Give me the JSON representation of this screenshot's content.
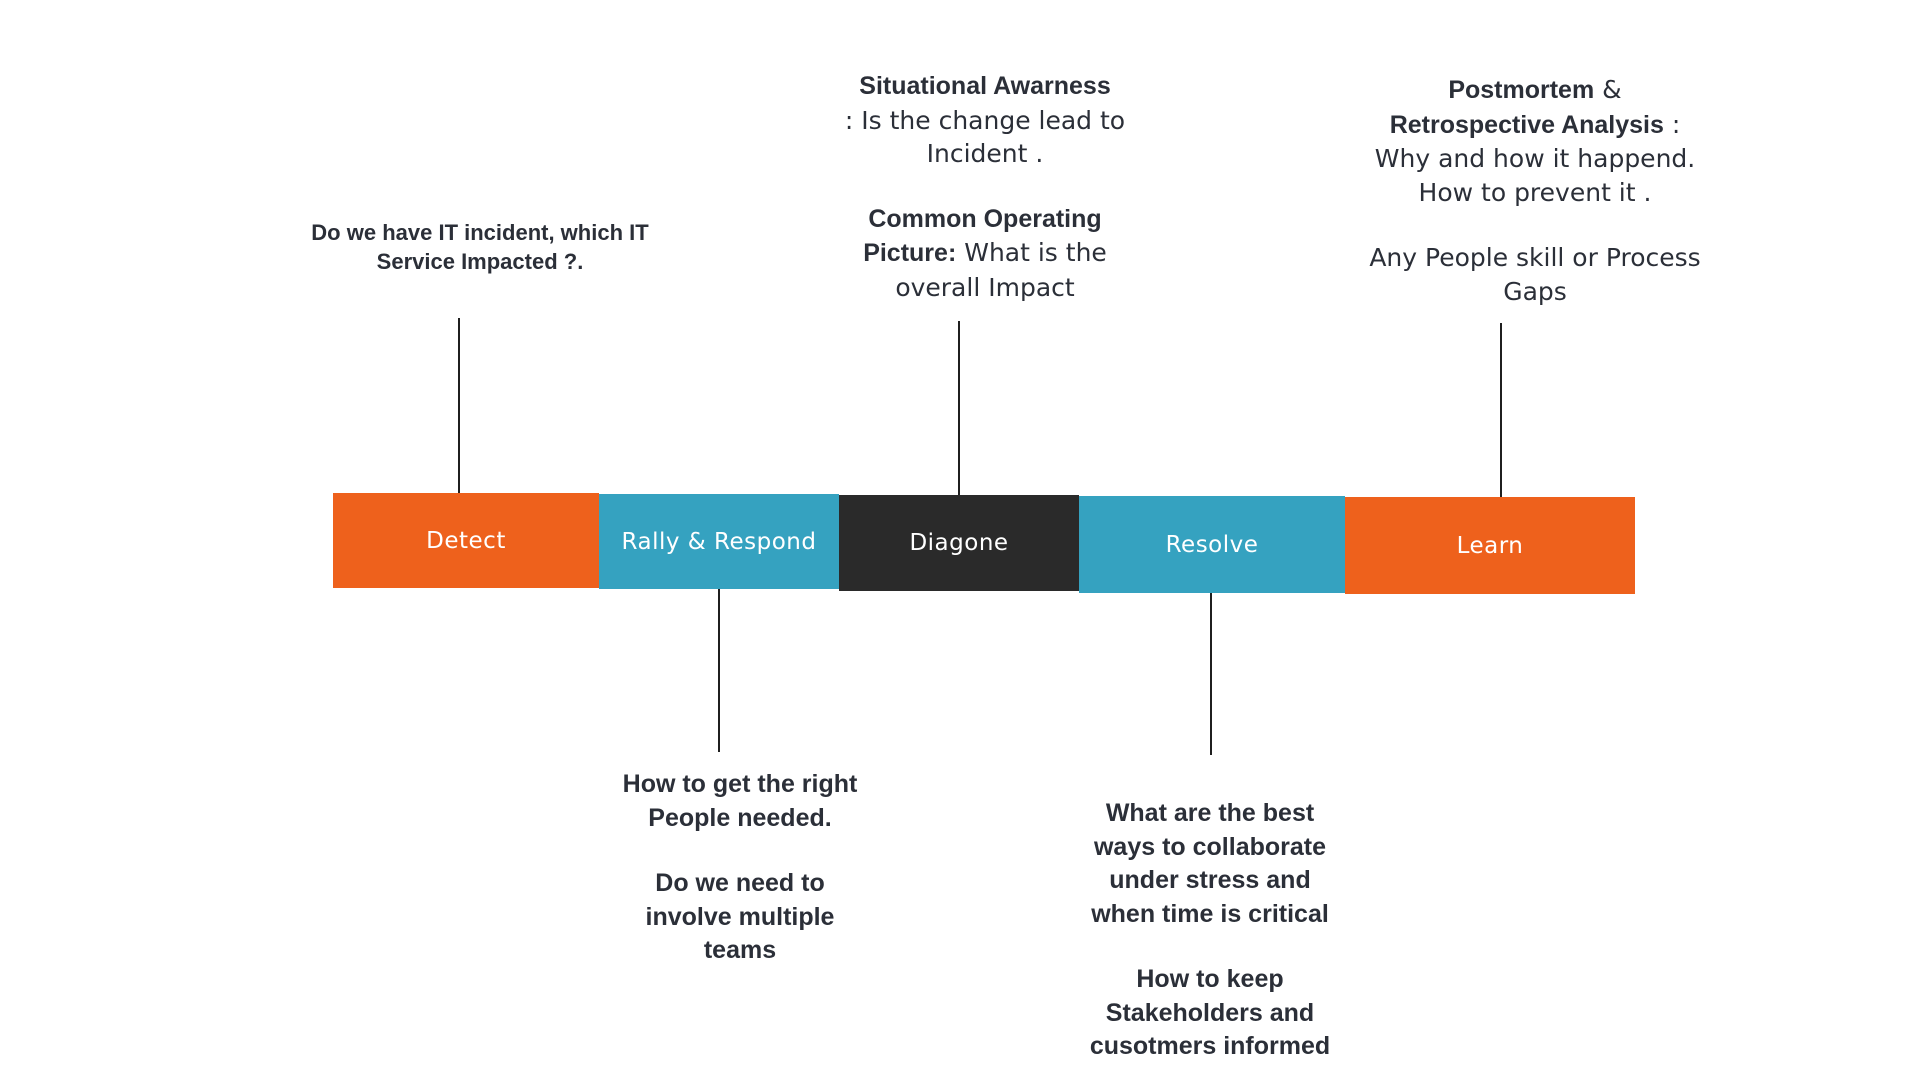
{
  "stages": [
    {
      "label": "Detect",
      "color": "#ee611c"
    },
    {
      "label": "Rally & Respond",
      "color": "#35a2c0"
    },
    {
      "label": "Diagone",
      "color": "#2a2a2a"
    },
    {
      "label": "Resolve",
      "color": "#35a2c0"
    },
    {
      "label": "Learn",
      "color": "#ee611c"
    }
  ],
  "notes": {
    "detect": {
      "line1": "Do we have IT incident, which IT",
      "line2": "Service Impacted ?."
    },
    "rally": {
      "line1": "How to get the right",
      "line2": "People needed.",
      "line3": "Do we need to",
      "line4": "involve multiple",
      "line5": "teams"
    },
    "diagnose": {
      "sa_title": "Situational Awarness",
      "sa_line1": ": Is the change lead to",
      "sa_line2": "Incident .",
      "cop_title1": "Common Operating",
      "cop_title2": "Picture:",
      "cop_text1": " What is the",
      "cop_text2": "overall Impact"
    },
    "resolve": {
      "line1": "What are the best",
      "line2": "ways to collaborate",
      "line3": "under stress and",
      "line4": "when time is  critical",
      "line5": "How to keep",
      "line6": "Stakeholders and",
      "line7": "cusotmers informed"
    },
    "learn": {
      "title1": "Postmortem",
      "amp": " &",
      "title2": "Retrospective Analysis",
      "colon": " :",
      "line1": "Why and how it happend.",
      "line2": "How to prevent it .",
      "line3": "Any People skill or Process",
      "line4": "Gaps"
    }
  }
}
